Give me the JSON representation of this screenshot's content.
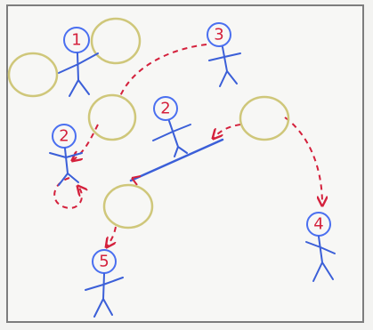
{
  "colors": {
    "paper": "#f7f7f5",
    "border": "#7d7d7d",
    "head": "#4a6ff0",
    "body": "#3b5fd8",
    "number": "#d4213c",
    "pass": "#d4213c",
    "ball": "#cfc77a"
  },
  "players": [
    {
      "id": "p1",
      "number": "1"
    },
    {
      "id": "p3",
      "number": "3"
    },
    {
      "id": "p2a",
      "number": "2"
    },
    {
      "id": "p2b",
      "number": "2"
    },
    {
      "id": "p4",
      "number": "4"
    },
    {
      "id": "p5",
      "number": "5"
    }
  ],
  "balls": [
    {
      "id": "b1"
    },
    {
      "id": "b2"
    },
    {
      "id": "b3"
    },
    {
      "id": "b4"
    },
    {
      "id": "b5"
    }
  ],
  "icons": {
    "player": "stick-figure-icon",
    "ball": "circle-icon",
    "pass": "dashed-arrow-icon",
    "spin": "curved-arrow-icon"
  }
}
